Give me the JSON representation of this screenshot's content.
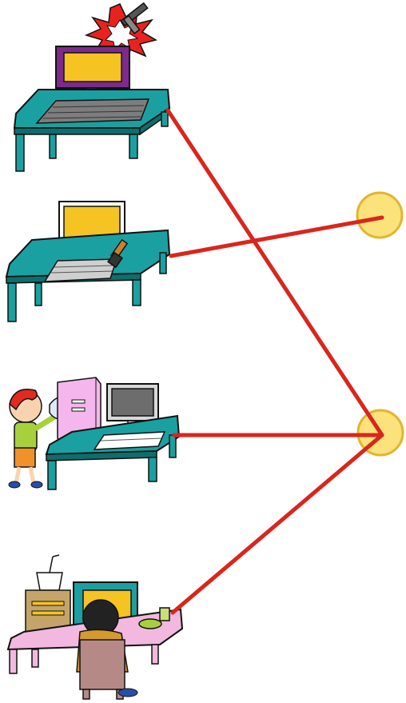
{
  "colors": {
    "line": "#d9261c",
    "dot_fill": "#fbe27a",
    "dot_stroke": "#e2b52e",
    "desk_top": "#1aa0a0",
    "desk_dark": "#0e6d6d",
    "screen": "#f5c322",
    "monitor_purple": "#7d2a8c",
    "keyboard": "#7d7d7d",
    "pink_desk": "#f2b8e0",
    "tower_pink": "#f4b6ec"
  },
  "matching": {
    "items": [
      {
        "id": "desk-1",
        "scene": "monitor-smashed-with-hammer"
      },
      {
        "id": "desk-2",
        "scene": "computer-desk-with-brush"
      },
      {
        "id": "desk-3",
        "scene": "child-cleaning-computer"
      },
      {
        "id": "desk-4",
        "scene": "child-eating-at-computer"
      }
    ],
    "targets": [
      {
        "id": "dot-1"
      },
      {
        "id": "dot-2"
      }
    ],
    "connections": [
      {
        "from": "desk-1",
        "to": "dot-2"
      },
      {
        "from": "desk-2",
        "to": "dot-1"
      },
      {
        "from": "desk-3",
        "to": "dot-2"
      },
      {
        "from": "desk-4",
        "to": "dot-2"
      }
    ]
  }
}
